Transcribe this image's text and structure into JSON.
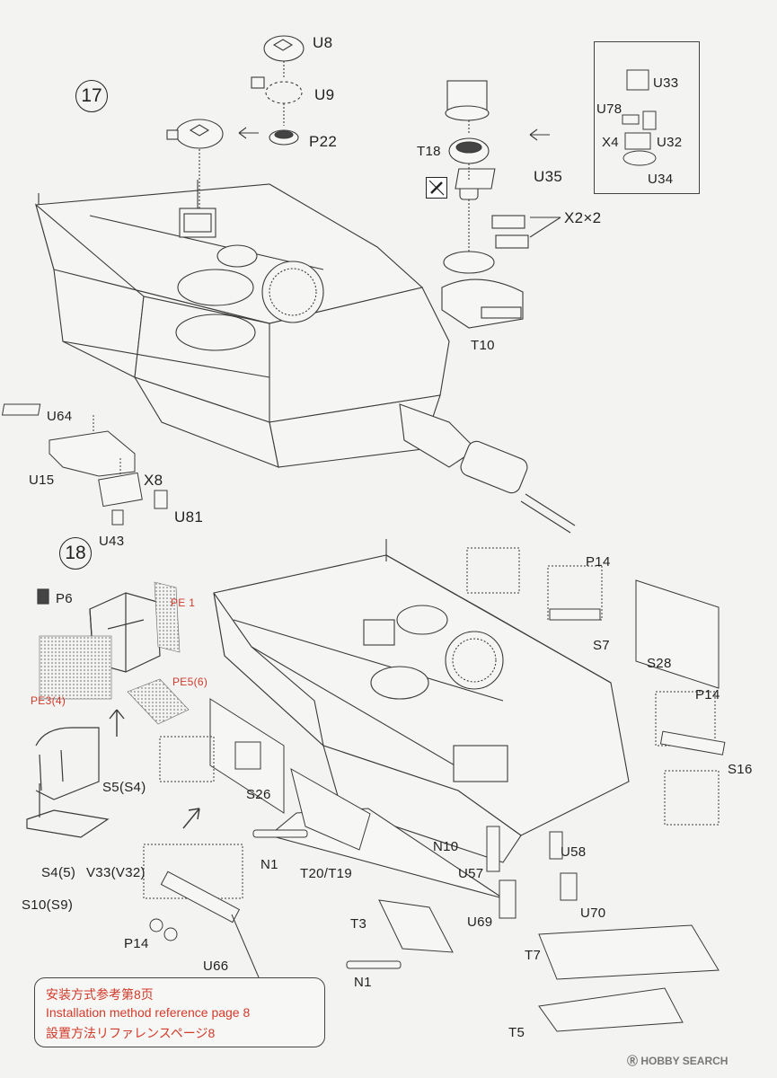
{
  "steps": {
    "step17": "17",
    "step18": "18"
  },
  "labels17": {
    "u8": "U8",
    "u9": "U9",
    "p22": "P22",
    "t18": "T18",
    "u35": "U35",
    "x2x2": "X2×2",
    "t10": "T10",
    "u33": "U33",
    "u78": "U78",
    "x4": "X4",
    "u32": "U32",
    "u34": "U34",
    "u64": "U64",
    "u15": "U15",
    "x8": "X8",
    "u81": "U81",
    "u43": "U43"
  },
  "labels18": {
    "p6": "P6",
    "pe1": "PE 1",
    "pe56": "PE5(6)",
    "pe34": "PE3(4)",
    "s5s4": "S5(S4)",
    "s4_5": "S4(5)",
    "v33v32": "V33(V32)",
    "s10s9": "S10(S9)",
    "s26": "S26",
    "p14a": "P14",
    "s7": "S7",
    "s28": "S28",
    "p14b": "P14",
    "s16": "S16",
    "n10": "N10",
    "u58": "U58",
    "u57": "U57",
    "u70": "U70",
    "u69": "U69",
    "n1a": "N1",
    "t20t19": "T20/T19",
    "t3": "T3",
    "n1b": "N1",
    "p14c": "P14",
    "u66": "U66",
    "t7": "T7",
    "t5": "T5"
  },
  "note": {
    "zh": "安装方式参考第8页",
    "en": "Installation method reference page 8",
    "ja": "設置方法リファレンスページ8"
  },
  "watermark": "Ⓡ HOBBY SEARCH",
  "colors": {
    "line": "#3a3a3a",
    "accent_red": "#d23a2a",
    "paper": "#f3f3f1"
  }
}
